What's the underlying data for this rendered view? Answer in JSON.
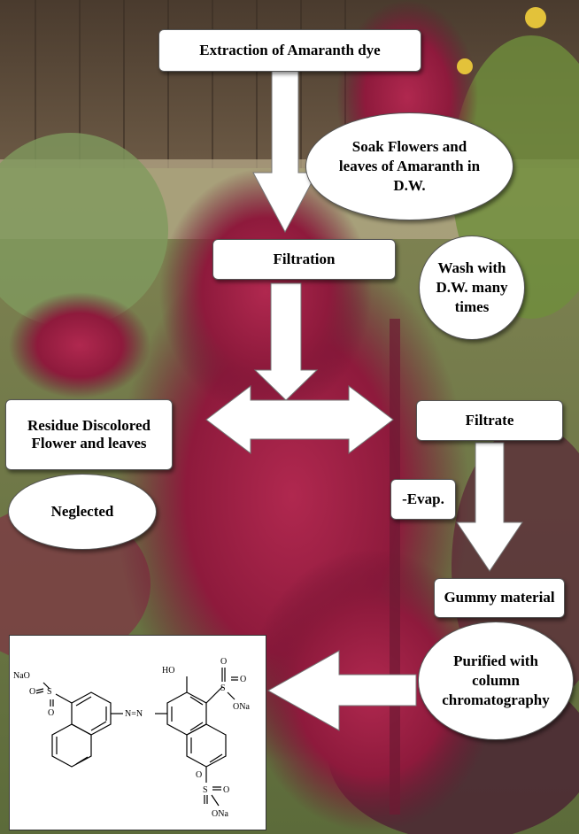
{
  "diagram": {
    "title": "Extraction of Amaranth dye",
    "steps": {
      "soak": "Soak Flowers and leaves of Amaranth in D.W.",
      "filtration": "Filtration",
      "wash": "Wash with D.W. many times",
      "residue": "Residue Discolored Flower and leaves",
      "filtrate": "Filtrate",
      "evaporation": "-Evap.",
      "neglected": "Neglected",
      "gummy": "Gummy material",
      "purified": "Purified with column chromatography"
    },
    "structure_labels": {
      "nao": "NaO",
      "s_left": "S",
      "o_left_top": "O",
      "o_left_bottom": "O",
      "azo": "N=N",
      "ho": "HO",
      "s_top": "S",
      "o_top1": "O",
      "o_top2": "O",
      "ona_top": "ONa",
      "s_bottom": "S",
      "o_bottom1": "O",
      "o_bottom2": "O",
      "ona_bottom": "ONa"
    }
  },
  "colors": {
    "box_fill": "#ffffff",
    "arrow_fill": "#ffffff",
    "flower": "#8e1a3c"
  }
}
